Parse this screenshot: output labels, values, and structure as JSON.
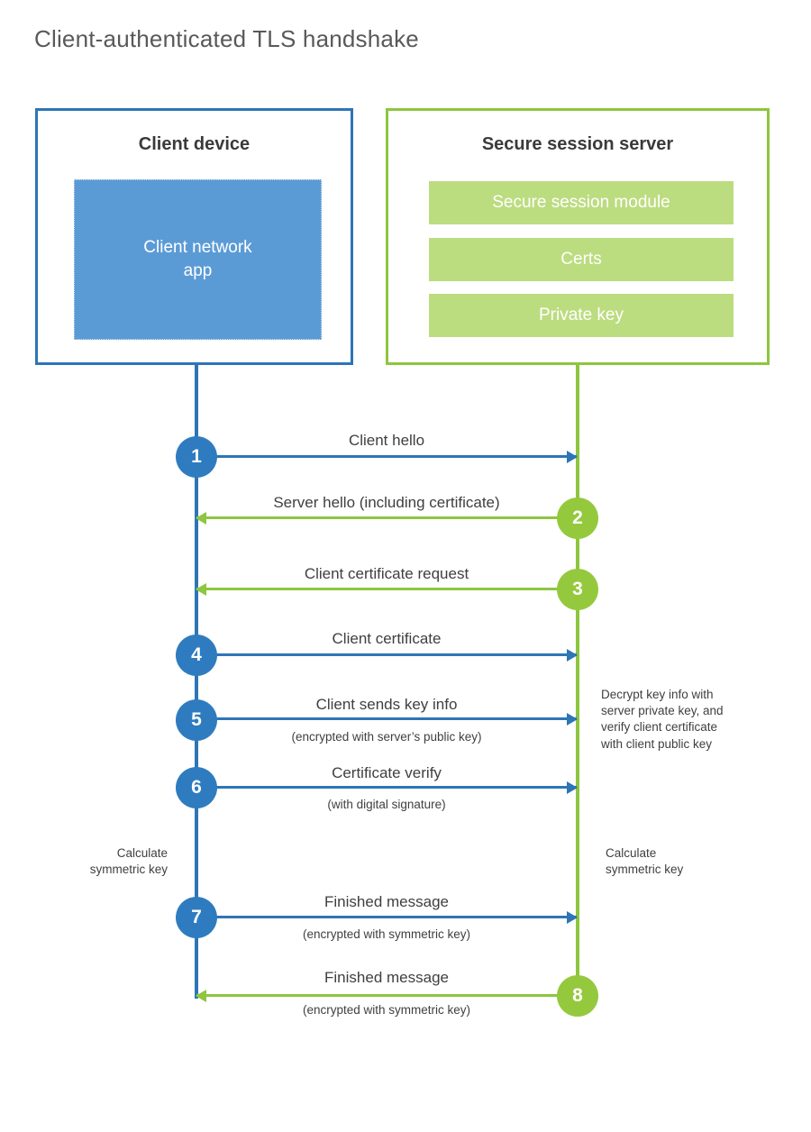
{
  "title": "Client-authenticated TLS handshake",
  "colors": {
    "client_border": "#2E75B6",
    "client_app_fill": "#5B9BD5",
    "server_border": "#8DC63F",
    "server_bar_fill": "#BCDC80",
    "blue_circle": "#2E7CBF",
    "green_circle": "#95C93D",
    "text": "#3F3F3F",
    "title_text": "#595959",
    "background": "#FFFFFF"
  },
  "client": {
    "title": "Client device",
    "app_label": "Client network\napp",
    "app_label_line1": "Client network",
    "app_label_line2": "app"
  },
  "server": {
    "title": "Secure session server",
    "bars": [
      {
        "label": "Secure session module"
      },
      {
        "label": "Certs"
      },
      {
        "label": "Private key"
      }
    ]
  },
  "steps": [
    {
      "number": "1",
      "direction": "client-to-server",
      "color": "blue",
      "label": "Client hello",
      "sublabel": ""
    },
    {
      "number": "2",
      "direction": "server-to-client",
      "color": "green",
      "label": "Server hello (including certificate)",
      "sublabel": ""
    },
    {
      "number": "3",
      "direction": "server-to-client",
      "color": "green",
      "label": "Client certificate request",
      "sublabel": ""
    },
    {
      "number": "4",
      "direction": "client-to-server",
      "color": "blue",
      "label": "Client certificate",
      "sublabel": ""
    },
    {
      "number": "5",
      "direction": "client-to-server",
      "color": "blue",
      "label": "Client sends key info",
      "sublabel": "(encrypted with server’s public key)"
    },
    {
      "number": "6",
      "direction": "client-to-server",
      "color": "blue",
      "label": "Certificate verify",
      "sublabel": "(with digital signature)"
    },
    {
      "number": "7",
      "direction": "client-to-server",
      "color": "blue",
      "label": "Finished message",
      "sublabel": "(encrypted with symmetric key)"
    },
    {
      "number": "8",
      "direction": "server-to-client",
      "color": "green",
      "label": "Finished message",
      "sublabel": "(encrypted with symmetric key)"
    }
  ],
  "notes": {
    "server_decrypt": "Decrypt key info with\nserver private key, and\nverify client certificate\nwith client public key",
    "server_decrypt_lines": [
      "Decrypt key info with",
      "server private key, and",
      "verify client certificate",
      "with client public key"
    ],
    "client_calc_line1": "Calculate",
    "client_calc_line2": "symmetric key",
    "server_calc_line1": "Calculate",
    "server_calc_line2": "symmetric key"
  }
}
